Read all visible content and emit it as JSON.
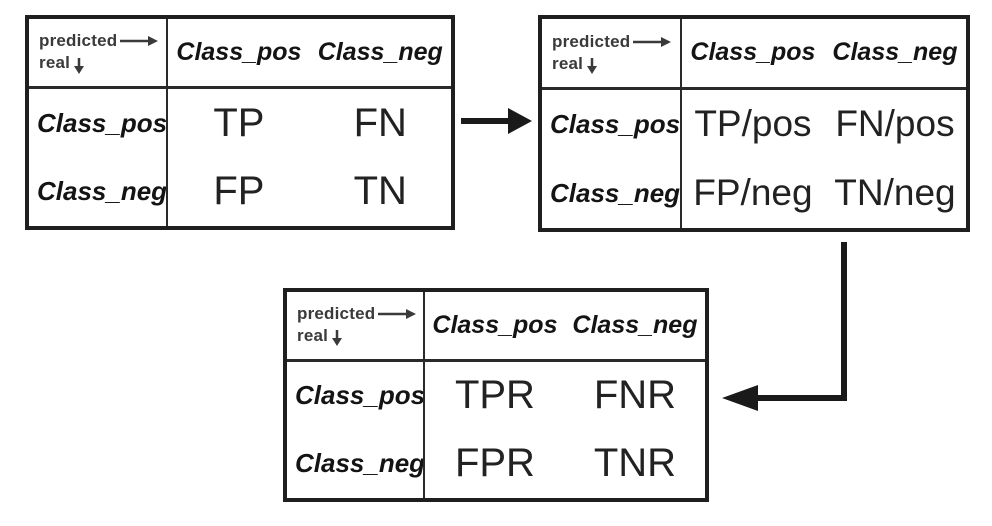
{
  "page": {
    "background": "#ffffff"
  },
  "colors": {
    "border": "#1f1f1f",
    "divider": "#2a2a2a",
    "label_text": "#141414",
    "value_text": "#222222",
    "corner_text": "#3a3a3a",
    "arrow": "#1a1a1a"
  },
  "icons": {
    "corner_right_arrow": "long-right-arrow ⟶",
    "corner_down_arrow": "down-arrow ↓",
    "flow_arrow_1": "right-arrow →",
    "flow_arrow_2": "elbow-down-left-arrow"
  },
  "tables": [
    {
      "name": "confusion-matrix-counts",
      "corner": {
        "top": "predicted",
        "bottom": "real"
      },
      "columns": [
        "Class_pos",
        "Class_neg"
      ],
      "rows": [
        {
          "label": "Class_pos",
          "values": [
            "TP",
            "FN"
          ]
        },
        {
          "label": "Class_neg",
          "values": [
            "FP",
            "TN"
          ]
        }
      ]
    },
    {
      "name": "confusion-matrix-normalized",
      "corner": {
        "top": "predicted",
        "bottom": "real"
      },
      "columns": [
        "Class_pos",
        "Class_neg"
      ],
      "rows": [
        {
          "label": "Class_pos",
          "values": [
            "TP/pos",
            "FN/pos"
          ]
        },
        {
          "label": "Class_neg",
          "values": [
            "FP/neg",
            "TN/neg"
          ]
        }
      ]
    },
    {
      "name": "confusion-matrix-rates",
      "corner": {
        "top": "predicted",
        "bottom": "real"
      },
      "columns": [
        "Class_pos",
        "Class_neg"
      ],
      "rows": [
        {
          "label": "Class_pos",
          "values": [
            "TPR",
            "FNR"
          ]
        },
        {
          "label": "Class_neg",
          "values": [
            "FPR",
            "TNR"
          ]
        }
      ]
    }
  ]
}
